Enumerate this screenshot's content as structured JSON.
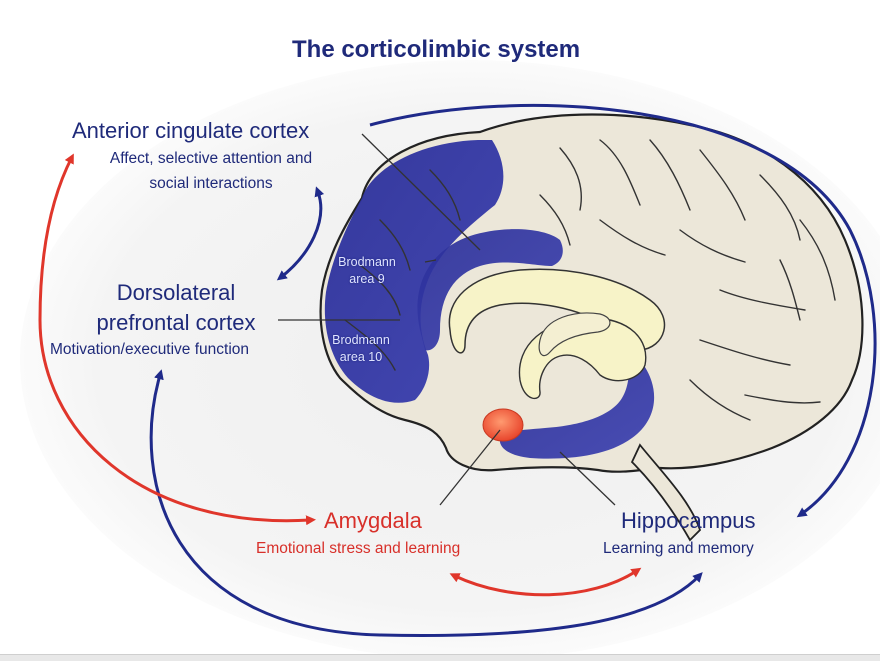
{
  "title": "The corticolimbic system",
  "labels": {
    "acc": {
      "name": "Anterior cingulate cortex",
      "desc_line1": "Affect, selective attention and",
      "desc_line2": "social interactions"
    },
    "dlpfc": {
      "name_line1": "Dorsolateral",
      "name_line2": "prefrontal cortex",
      "desc": "Motivation/executive function"
    },
    "amygdala": {
      "name": "Amygdala",
      "desc": "Emotional stress and learning"
    },
    "hippocampus": {
      "name": "Hippocampus",
      "desc": "Learning and memory"
    },
    "brodmann9": {
      "line1": "Brodmann",
      "line2": "area 9"
    },
    "brodmann10": {
      "line1": "Brodmann",
      "line2": "area 10"
    }
  },
  "colors": {
    "title_blue": "#1f2a7a",
    "region_blue": "#2a2f95",
    "arrow_blue": "#1f2a8a",
    "arrow_red": "#e0362b",
    "amygdala_fill": "#f25a3c",
    "brain_fill": "#ece7d9",
    "inner_fill": "#f7f3c8"
  }
}
